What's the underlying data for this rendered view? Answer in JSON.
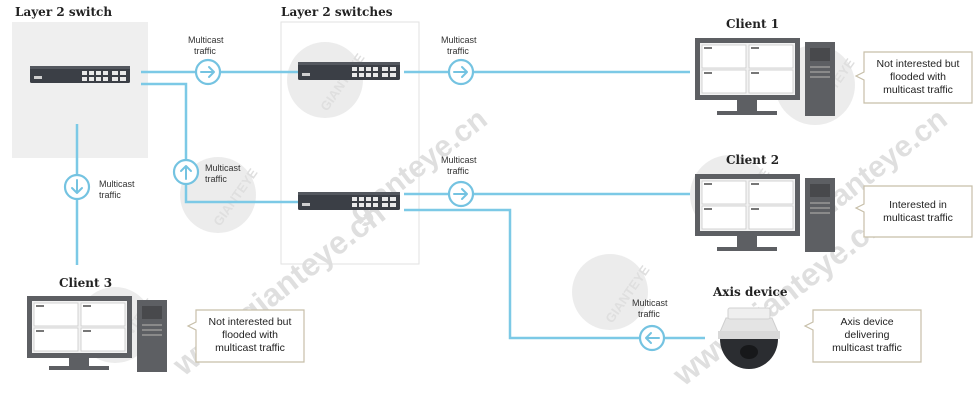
{
  "titles": {
    "layer2_switch": "Layer 2 switch",
    "layer2_switches": "Layer 2 switches",
    "client1": "Client 1",
    "client2": "Client 2",
    "client3": "Client 3",
    "axis_device": "Axis device"
  },
  "traffic_labels": {
    "line1": "Multicast",
    "line2": "traffic"
  },
  "notes": {
    "client1": [
      "Not interested but",
      "flooded with",
      "multicast traffic"
    ],
    "client2": [
      "Interested in",
      "multicast traffic"
    ],
    "client3": [
      "Not interested but",
      "flooded with",
      "multicast traffic"
    ],
    "axis": [
      "Axis device",
      "delivering",
      "multicast traffic"
    ]
  },
  "watermarks": {
    "brand": "GIANTEYE",
    "site": "gianteye.cn",
    "site_long": "www.gianteye.cn"
  },
  "colors": {
    "line": "#7cc9e6",
    "arrow_circle": "#74c3e1",
    "box_bg": "#efefef",
    "switch_body": "#3b3f46",
    "note_border": "#c7bfa9"
  }
}
